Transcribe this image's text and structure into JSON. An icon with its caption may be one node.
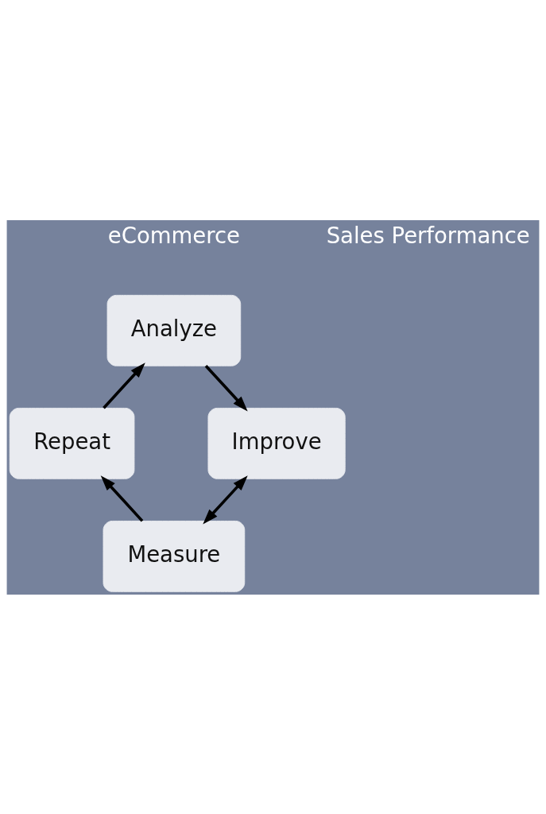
{
  "diagram": {
    "nodes": [
      {
        "text": [
          "Analyze"
        ]
      },
      {
        "text": [
          "Repeat"
        ]
      },
      {
        "text": [
          "Improve"
        ]
      },
      {
        "text": [
          "Measure"
        ]
      }
    ],
    "edges": [
      {
        "from": 1,
        "to": 0,
        "arrow": "to"
      },
      {
        "from": 0,
        "to": 2,
        "arrow": "to"
      },
      {
        "from": 2,
        "to": 3,
        "arrow": "both"
      },
      {
        "from": 3,
        "to": 1,
        "arrow": "to"
      }
    ],
    "labels": [
      "eCommerce",
      "Sales Performance"
    ]
  }
}
